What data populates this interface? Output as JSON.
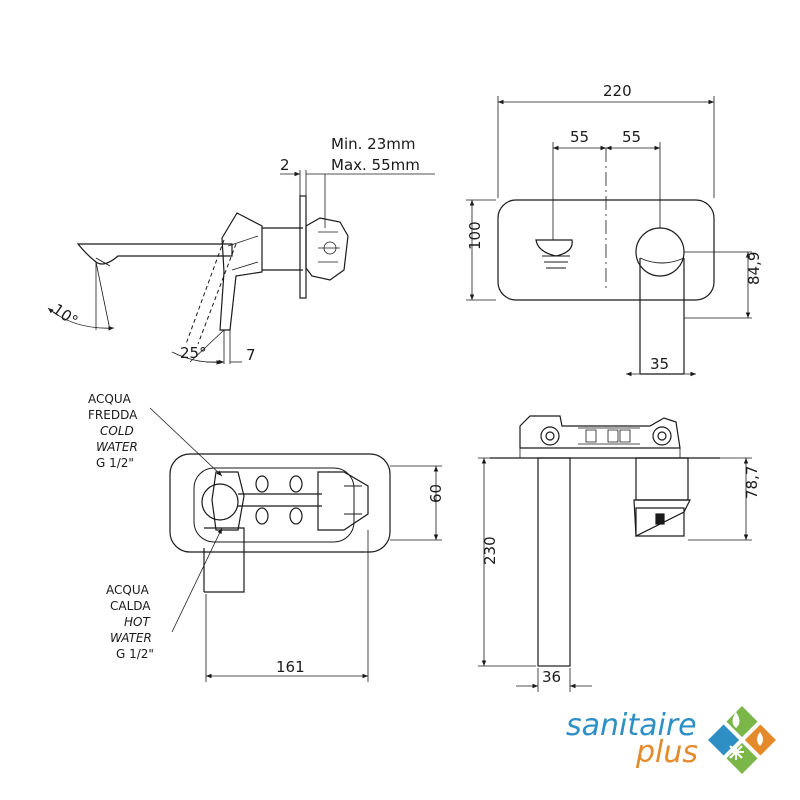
{
  "side_view": {
    "min": "Min. 23mm",
    "max": "Max. 55mm",
    "thickness": "2",
    "spout_angle": "10°",
    "lever_angle": "25°",
    "lever_width": "7"
  },
  "front_view": {
    "plate_width": "220",
    "half_left": "55",
    "half_right": "55",
    "plate_height": "100",
    "lever_height": "84,9",
    "lever_width": "35"
  },
  "top_view": {
    "cold_label_line1": "ACQUA",
    "cold_label_line2": "FREDDA",
    "cold_label_line3": "COLD",
    "cold_label_line4": "WATER",
    "cold_label_line5": "G 1/2\"",
    "hot_label_line1": "ACQUA",
    "hot_label_line2": "CALDA",
    "hot_label_line3": "HOT",
    "hot_label_line4": "WATER",
    "hot_label_line5": "G 1/2\"",
    "depth": "60",
    "width": "161"
  },
  "bottom_view": {
    "spout_length": "230",
    "spout_width": "36",
    "lever_length": "78,7"
  },
  "logo": {
    "word1": "sanitaire",
    "word2": "plus",
    "blue": "#2e8fc4",
    "orange": "#e48a2a",
    "green": "#7bb648"
  }
}
